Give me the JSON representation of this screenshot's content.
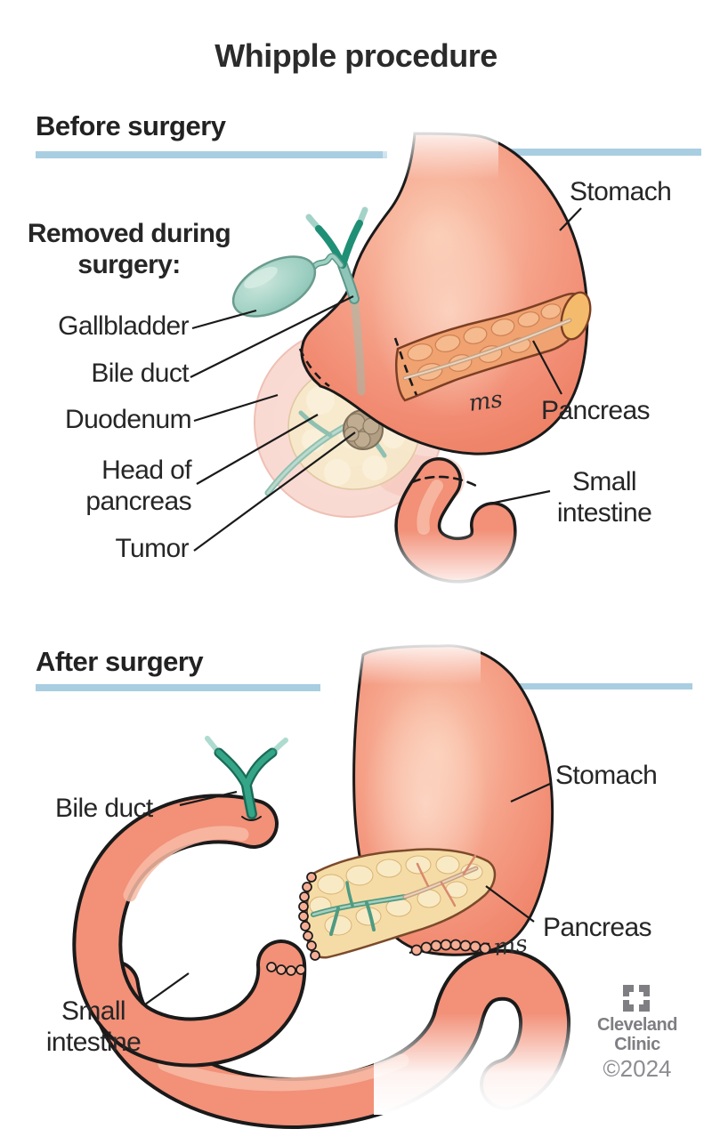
{
  "title": "Whipple procedure",
  "before": {
    "heading": "Before surgery",
    "removed_heading": "Removed during surgery:",
    "labels": {
      "stomach": "Stomach",
      "gallbladder": "Gallbladder",
      "bile_duct": "Bile duct",
      "duodenum": "Duodenum",
      "head_of_pancreas": "Head of pancreas",
      "tumor": "Tumor",
      "pancreas": "Pancreas",
      "small_intestine": "Small intestine"
    }
  },
  "after": {
    "heading": "After surgery",
    "labels": {
      "bile_duct": "Bile duct",
      "stomach": "Stomach",
      "pancreas": "Pancreas",
      "small_intestine": "Small intestine"
    }
  },
  "footer": {
    "brand_line1": "Cleveland",
    "brand_line2": "Clinic",
    "copyright": "©2024"
  },
  "artist_signature": "ms",
  "colors": {
    "accent_bar": "#A9CEE1",
    "organ_salmon": "#F28E75",
    "duct_teal": "#2E9B80",
    "gallbladder_teal": "#9CCFC1",
    "pancreas_before": "#EFA06E",
    "pancreas_after": "#F5DCA6",
    "tumor_brown": "#B19E83",
    "text": "#262626",
    "brand_gray": "#7E7E83"
  }
}
